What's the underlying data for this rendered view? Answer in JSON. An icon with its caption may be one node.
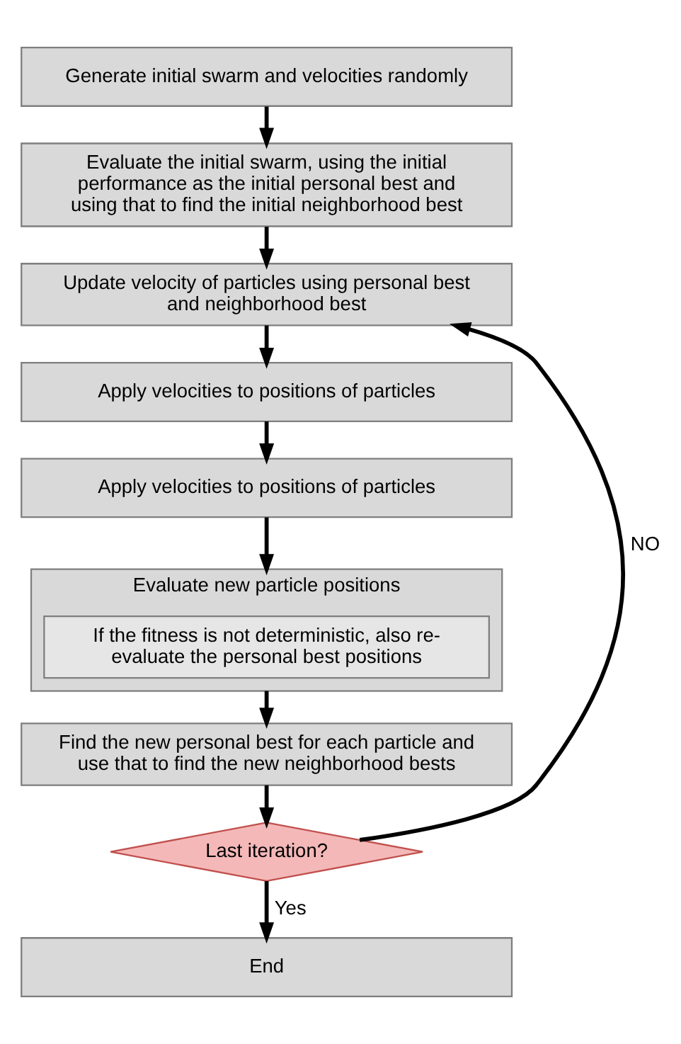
{
  "diagram": {
    "nodes": [
      {
        "text": [
          "Generate initial swarm and velocities randomly"
        ]
      },
      {
        "text": [
          "Evaluate the initial swarm, using the initial performance as the initial personal best and using that to find the initial neighborhood best"
        ]
      },
      {
        "text": [
          "Update velocity of particles using personal best and neighborhood best"
        ]
      },
      {
        "text": [
          "Apply velocities to positions of particles"
        ]
      },
      {
        "text": [
          "Apply velocities to positions of particles"
        ]
      },
      {
        "text": [
          "Evaluate new particle positions"
        ]
      },
      {
        "text": [
          "If the fitness is not deterministic, also re-evaluate the personal best positions"
        ],
        "in": 5
      },
      {
        "text": [
          "Find the new personal best for each particle and use that to find the new neighborhood bests"
        ]
      },
      {
        "text": [
          "Last iteration?"
        ]
      },
      {
        "text": [
          "End"
        ]
      }
    ],
    "edges": [
      {
        "from": 0,
        "to": 1,
        "arrow": "to"
      },
      {
        "from": 1,
        "to": 2,
        "arrow": "to"
      },
      {
        "from": 2,
        "to": 3,
        "arrow": "to"
      },
      {
        "from": 3,
        "to": 4,
        "arrow": "to"
      },
      {
        "from": 4,
        "to": 5,
        "arrow": "to"
      },
      {
        "from": 5,
        "to": 7,
        "arrow": "to"
      },
      {
        "from": 7,
        "to": 8,
        "arrow": "to"
      },
      {
        "from": 8,
        "to": 2,
        "arrow": "to",
        "label": "NO"
      },
      {
        "from": 8,
        "to": 9,
        "arrow": "to",
        "label": "Yes"
      }
    ]
  }
}
